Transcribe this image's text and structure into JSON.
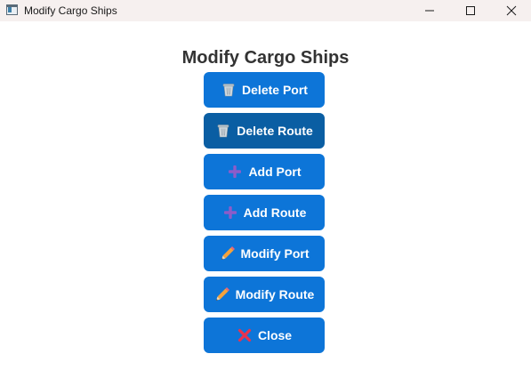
{
  "window": {
    "title": "Modify Cargo Ships"
  },
  "header": {
    "title": "Modify Cargo Ships"
  },
  "actions": [
    {
      "label": "Delete Port",
      "icon": "wastebasket-icon"
    },
    {
      "label": "Delete Route",
      "icon": "wastebasket-icon"
    },
    {
      "label": "Add Port",
      "icon": "plus-icon"
    },
    {
      "label": "Add Route",
      "icon": "plus-icon"
    },
    {
      "label": "Modify Port",
      "icon": "pencil-icon"
    },
    {
      "label": "Modify Route",
      "icon": "pencil-icon"
    },
    {
      "label": "Close",
      "icon": "cross-mark-icon"
    }
  ],
  "colors": {
    "button": "#0d75d8",
    "button_active": "#0a5ea3",
    "titlebar": "#f6f0ef",
    "plus": "#8d5cc9",
    "cross": "#e8334f"
  }
}
